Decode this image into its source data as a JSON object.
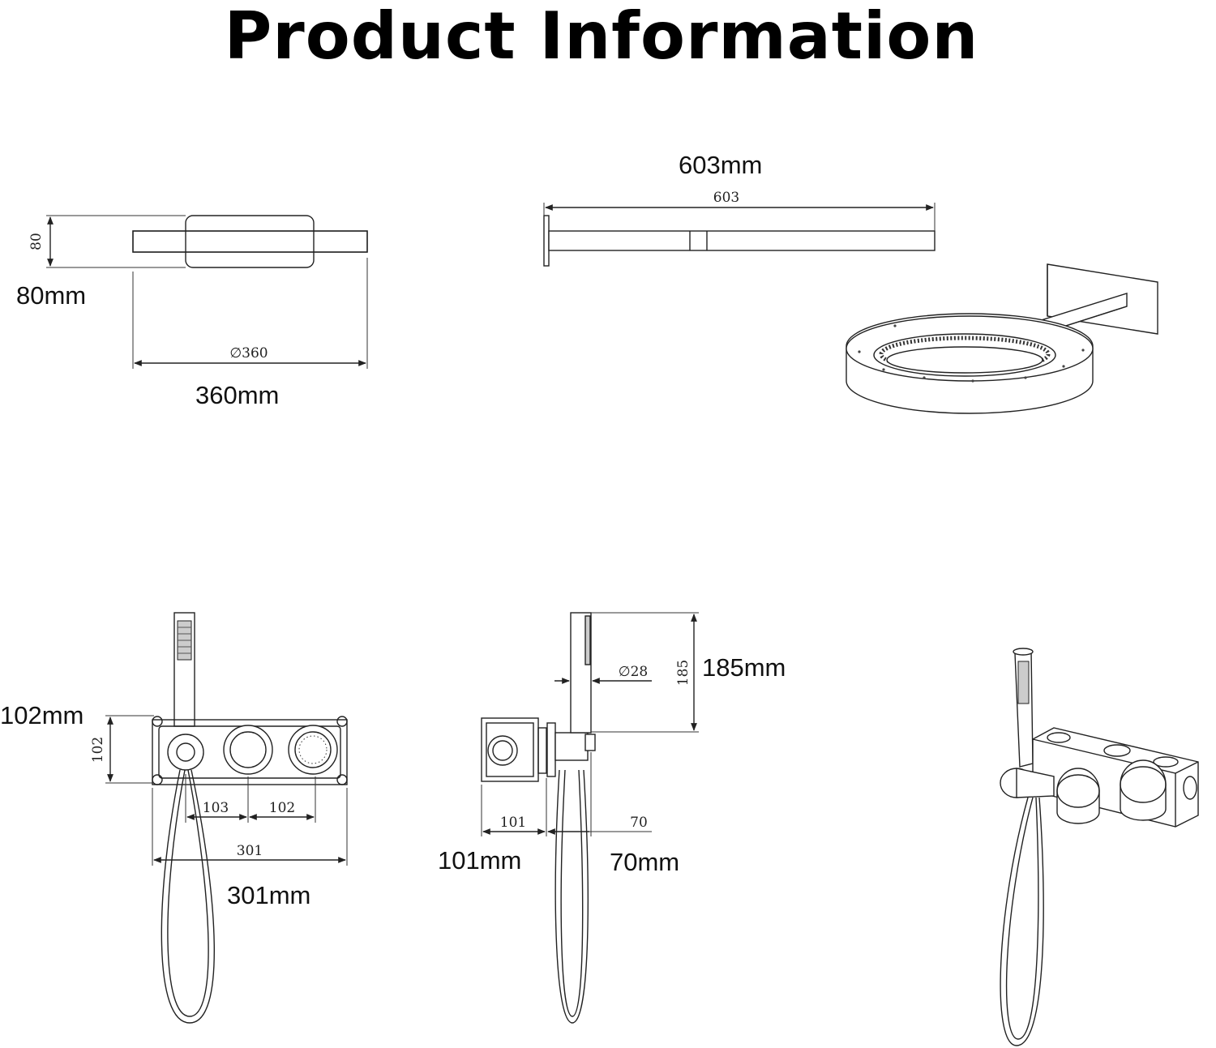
{
  "title": "Product Information",
  "labels": {
    "head_height": "80mm",
    "head_height_dim": "80",
    "head_diameter": "360mm",
    "head_diameter_dim": "∅360",
    "arm_length": "603mm",
    "arm_length_dim": "603",
    "valve_height": "102mm",
    "valve_height_dim": "102",
    "valve_spacing_1_dim": "103",
    "valve_spacing_2_dim": "102",
    "valve_width": "301mm",
    "valve_width_dim": "301",
    "handshower_height": "185mm",
    "handshower_height_dim": "185",
    "handshower_diameter_dim": "∅28",
    "box_depth": "101mm",
    "box_depth_dim": "101",
    "trim_depth": "70mm",
    "trim_depth_dim": "70"
  },
  "colors": {
    "line": "#222222",
    "background": "#ffffff"
  }
}
